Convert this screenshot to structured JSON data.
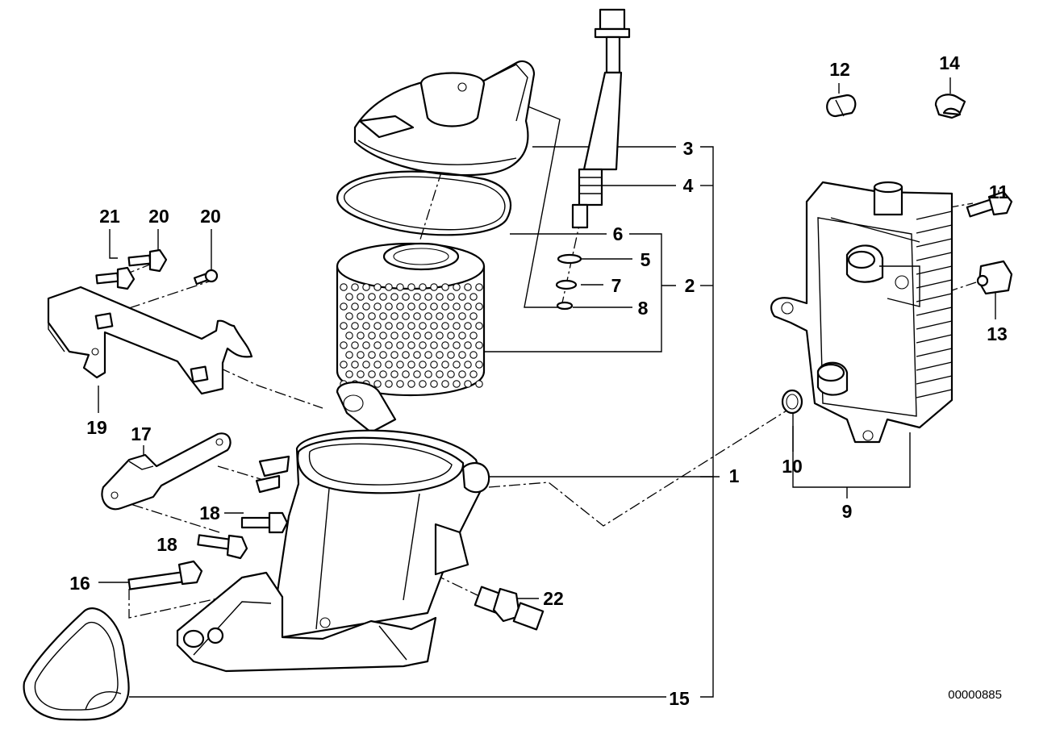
{
  "diagram": {
    "document_number": "00000885",
    "callouts": [
      {
        "id": "c1",
        "label": "1"
      },
      {
        "id": "c2",
        "label": "2"
      },
      {
        "id": "c3",
        "label": "3"
      },
      {
        "id": "c4",
        "label": "4"
      },
      {
        "id": "c5",
        "label": "5"
      },
      {
        "id": "c6",
        "label": "6"
      },
      {
        "id": "c7",
        "label": "7"
      },
      {
        "id": "c8",
        "label": "8"
      },
      {
        "id": "c9",
        "label": "9"
      },
      {
        "id": "c10",
        "label": "10"
      },
      {
        "id": "c11",
        "label": "11"
      },
      {
        "id": "c12",
        "label": "12"
      },
      {
        "id": "c13",
        "label": "13"
      },
      {
        "id": "c14",
        "label": "14"
      },
      {
        "id": "c15",
        "label": "15"
      },
      {
        "id": "c16",
        "label": "16"
      },
      {
        "id": "c17",
        "label": "17"
      },
      {
        "id": "c18a",
        "label": "18"
      },
      {
        "id": "c18b",
        "label": "18"
      },
      {
        "id": "c19",
        "label": "19"
      },
      {
        "id": "c20a",
        "label": "20"
      },
      {
        "id": "c20b",
        "label": "20"
      },
      {
        "id": "c21",
        "label": "21"
      },
      {
        "id": "c22",
        "label": "22"
      }
    ]
  }
}
